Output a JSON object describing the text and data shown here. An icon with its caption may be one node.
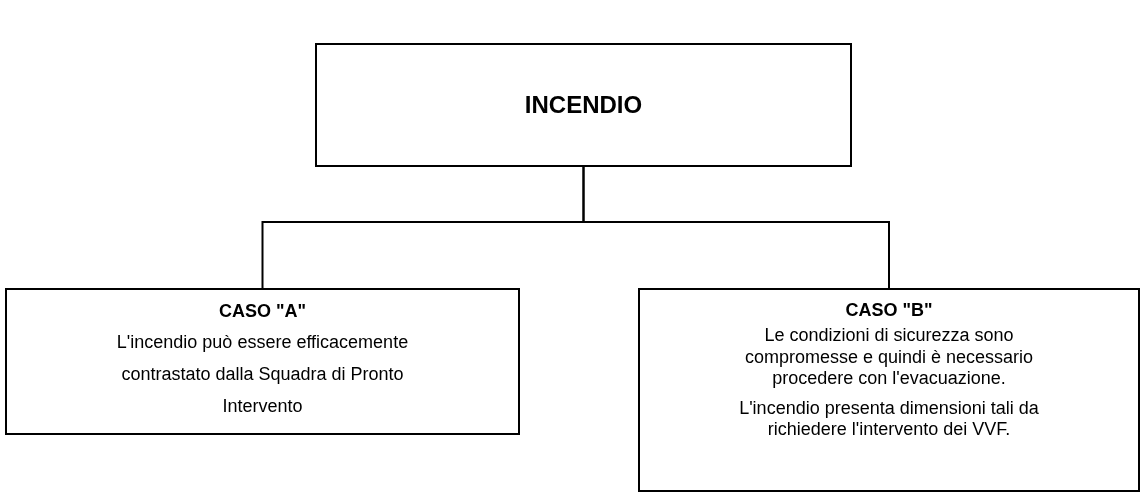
{
  "diagram": {
    "nodes": [
      {
        "text": [
          "INCENDIO"
        ]
      },
      {
        "text": [
          "CASO \"A\"",
          "L'incendio può essere efficacemente contrastato dalla Squadra di Pronto Intervento"
        ]
      },
      {
        "text": [
          "CASO \"B\"",
          "Le condizioni di sicurezza sono compromesse e quindi è necessario procedere con l'evacuazione.",
          "L'incendio presenta dimensioni tali da richiedere l'intervento dei VVF."
        ]
      }
    ],
    "edges": [
      {
        "from": 0,
        "to": 1,
        "arrow": "none"
      },
      {
        "from": 0,
        "to": 2,
        "arrow": "none"
      }
    ]
  }
}
